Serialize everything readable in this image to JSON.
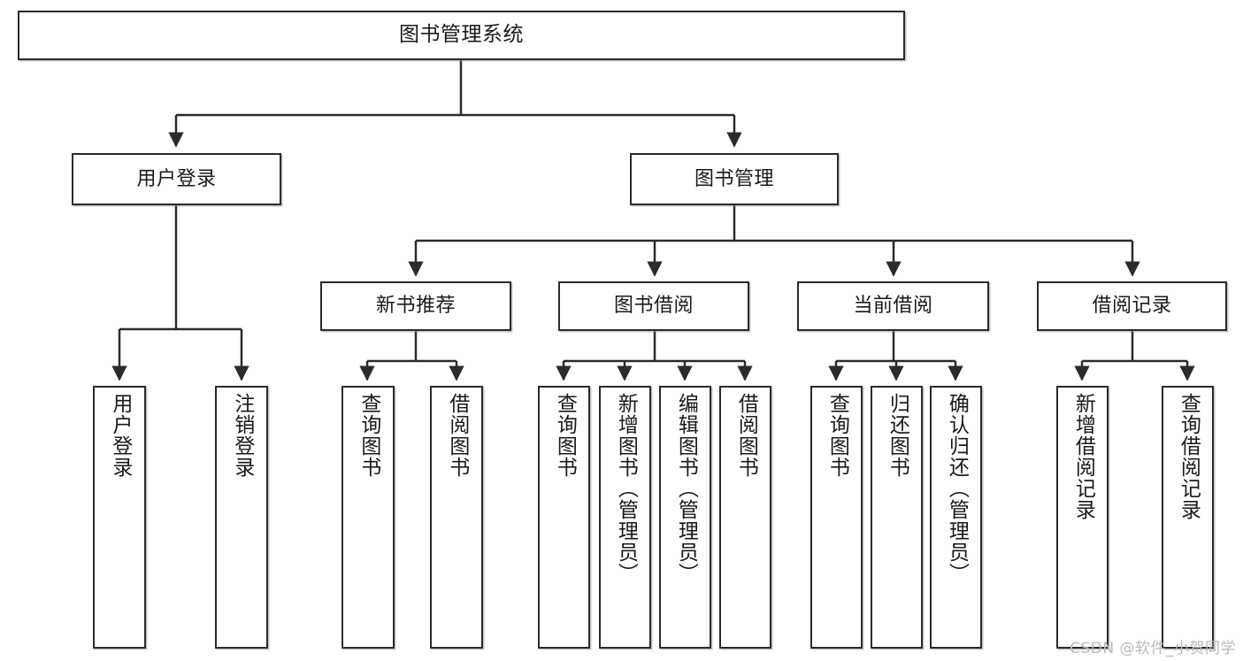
{
  "diagram": {
    "title": "图书管理系统",
    "watermark": "CSDN @软件_小贺同学",
    "colors": {
      "box_border": "#2b2b2b",
      "box_fill": "#ffffff",
      "edge": "#2b2b2b",
      "watermark": "#b9b9b9",
      "background": "#ffffff"
    },
    "nodes": {
      "root": {
        "label": "图书管理系统"
      },
      "level1": [
        {
          "label": "用户登录"
        },
        {
          "label": "图书管理"
        }
      ],
      "level2": [
        {
          "label": "新书推荐"
        },
        {
          "label": "图书借阅"
        },
        {
          "label": "当前借阅"
        },
        {
          "label": "借阅记录"
        }
      ],
      "leaves_user_login": [
        {
          "label": "用户登录"
        },
        {
          "label": "注销登录"
        }
      ],
      "leaves_new_book": [
        {
          "label": "查询图书"
        },
        {
          "label": "借阅图书"
        }
      ],
      "leaves_borrow": [
        {
          "label": "查询图书"
        },
        {
          "label": "新增图书（管理员）"
        },
        {
          "label": "编辑图书（管理员）"
        },
        {
          "label": "借阅图书"
        }
      ],
      "leaves_current": [
        {
          "label": "查询图书"
        },
        {
          "label": "归还图书"
        },
        {
          "label": "确认归还（管理员）"
        }
      ],
      "leaves_record": [
        {
          "label": "新增借阅记录"
        },
        {
          "label": "查询借阅记录"
        }
      ]
    }
  }
}
